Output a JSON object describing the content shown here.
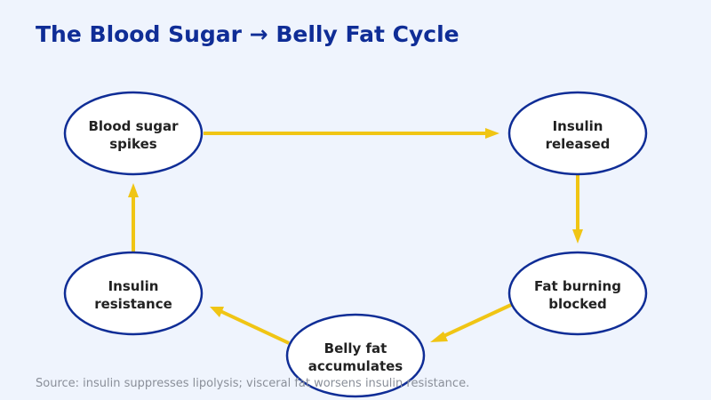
{
  "title": "The Blood Sugar → Belly Fat Cycle",
  "nodes": {
    "blood_sugar_spikes": {
      "line1": "Blood sugar",
      "line2": "spikes"
    },
    "insulin_released": {
      "line1": "Insulin",
      "line2": "released"
    },
    "fat_burning_blocked": {
      "line1": "Fat burning",
      "line2": "blocked"
    },
    "belly_fat_accumulates": {
      "line1": "Belly fat",
      "line2": "accumulates"
    },
    "insulin_resistance": {
      "line1": "Insulin",
      "line2": "resistance"
    }
  },
  "source": "Source: insulin suppresses lipolysis; visceral fat worsens insulin resistance.",
  "colors": {
    "title": "#0f2d96",
    "node_border": "#0f2d96",
    "arrow": "#f0c514",
    "background": "#eff4fd",
    "source_text": "#8a8f99"
  }
}
